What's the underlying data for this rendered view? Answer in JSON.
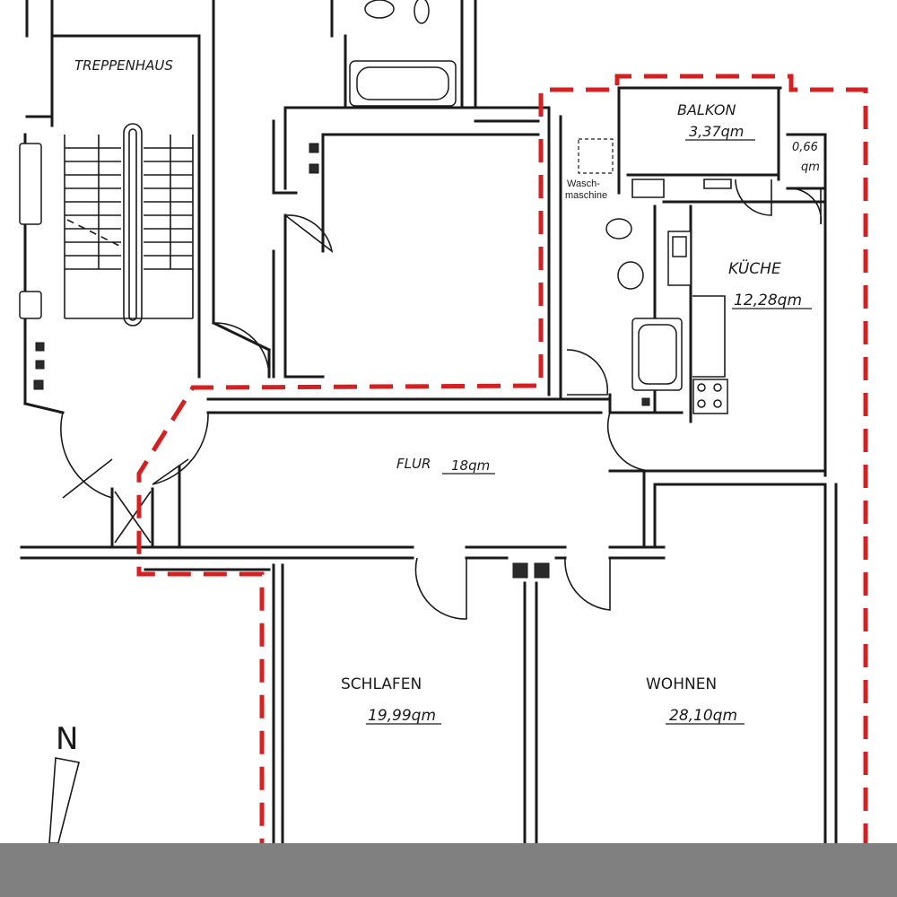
{
  "rooms": {
    "treppenhaus": {
      "label": "TREPPENHAUS"
    },
    "balkon": {
      "label": "BALKON",
      "area": "3,37qm"
    },
    "small_room": {
      "area_1": "0,66",
      "area_2": "qm"
    },
    "waschmaschine": {
      "line_1": "Wasch-",
      "line_2": "maschine"
    },
    "kueche": {
      "label": "KÜCHE",
      "area": "12,28qm"
    },
    "flur": {
      "label": "FLUR",
      "area": "18qm"
    },
    "schlafen": {
      "label": "SCHLAFEN",
      "area": "19,99qm"
    },
    "wohnen": {
      "label": "WOHNEN",
      "area": "28,10qm"
    }
  },
  "compass": {
    "label": "N"
  },
  "colors": {
    "outline": "#d42020",
    "walls": "#1a1a1a",
    "footer_bar": "#808080"
  }
}
